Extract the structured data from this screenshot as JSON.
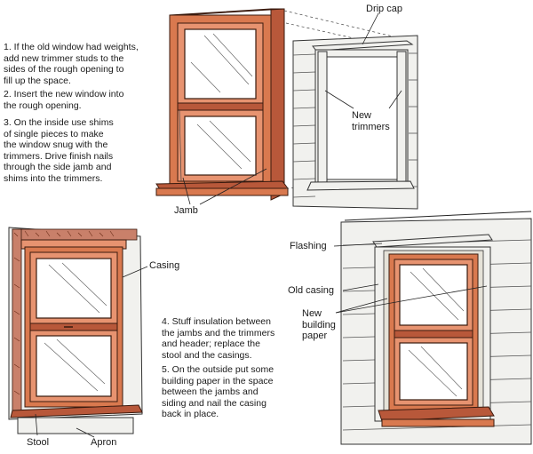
{
  "steps": {
    "step1": "1. If the old window had weights,\nadd new trimmer studs to the\nsides of the rough opening to\nfill up the space.",
    "step2": "2. Insert the new window into\nthe rough opening.",
    "step3": "3. On the inside use shims\nof single pieces to make\nthe window snug with the\ntrimmers. Drive finish nails\nthrough the side jamb and\nshims into the trimmers.",
    "step4": "4. Stuff insulation between\nthe jambs and the trimmers\nand header; replace the\nstool and the casings.",
    "step5": "5. On the outside put some\nbuilding paper in the space\nbetween the jambs and\nsiding and nail the casing\nback in place."
  },
  "labels": {
    "drip_cap": "Drip cap",
    "new_trimmers": "New\ntrimmers",
    "jamb": "Jamb",
    "casing": "Casing",
    "stool": "Stool",
    "apron": "Apron",
    "flashing": "Flashing",
    "old_casing": "Old casing",
    "new_building_paper": "New\nbuilding\npaper"
  },
  "colors": {
    "wood": "#d9794f",
    "wood_light": "#e79370",
    "wood_dark": "#b8583a",
    "outline": "#3a1a0e",
    "wall": "#f1f1ee"
  }
}
